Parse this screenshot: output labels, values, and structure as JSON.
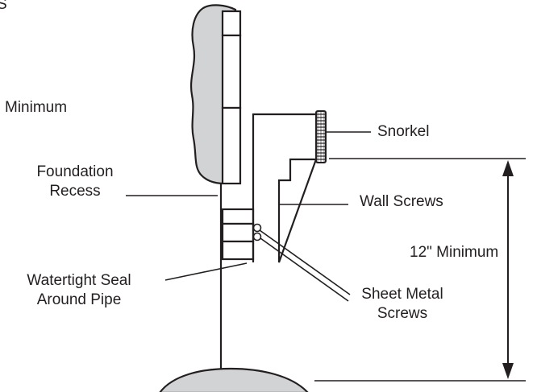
{
  "diagram": {
    "labels": {
      "top_fragment": "S",
      "minimum_top": "Minimum",
      "foundation_recess_line1": "Foundation",
      "foundation_recess_line2": "Recess",
      "watertight_seal_line1": "Watertight Seal",
      "watertight_seal_line2": "Around Pipe",
      "snorkel": "Snorkel",
      "wall_screws": "Wall Screws",
      "twelve_inch_minimum": "12\" Minimum",
      "sheet_metal_screws_line1": "Sheet Metal",
      "sheet_metal_screws_line2": "Screws"
    },
    "colors": {
      "line": "#231f20",
      "fill_gray": "#d1d3d4",
      "background": "#ffffff"
    }
  }
}
